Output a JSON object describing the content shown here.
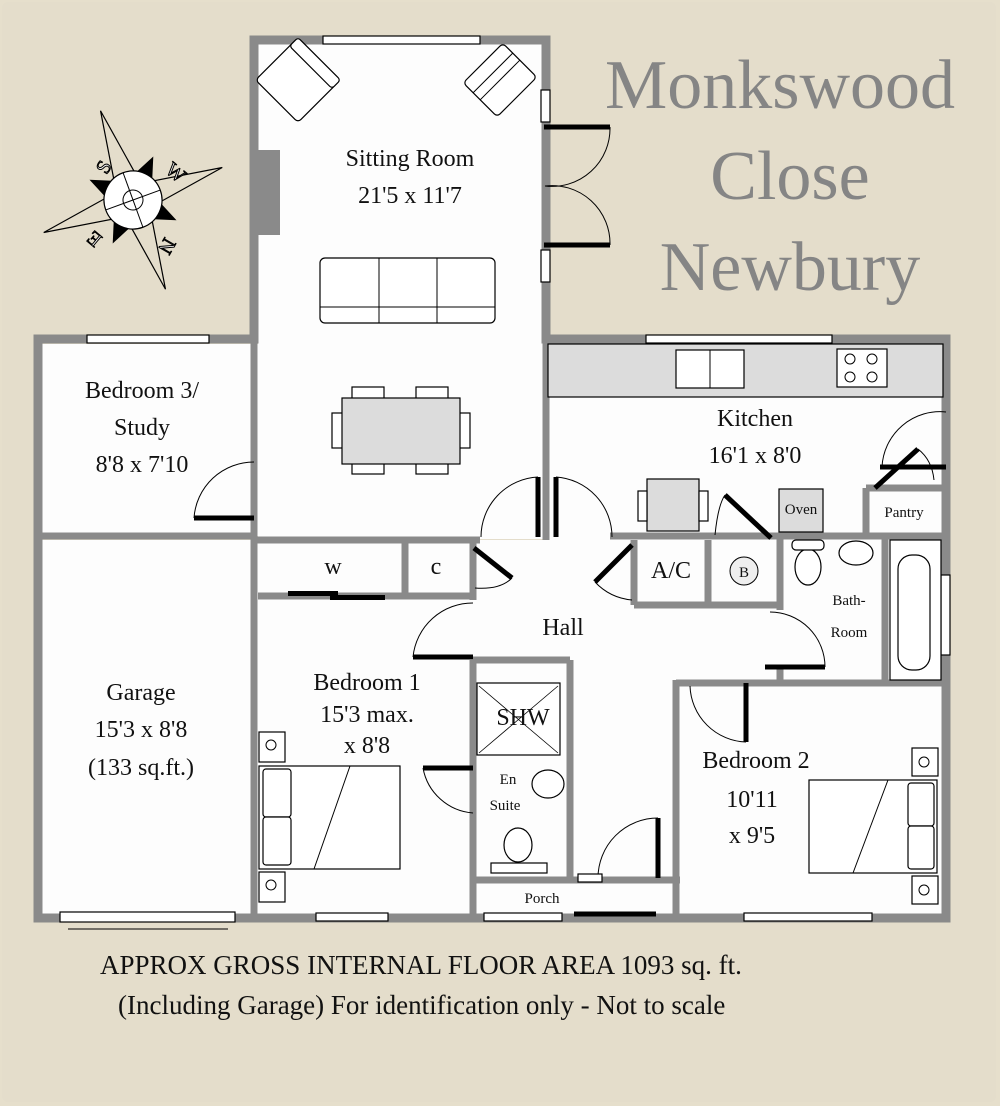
{
  "title": {
    "lines": [
      "Monkswood",
      "Close",
      "Newbury"
    ]
  },
  "compass": {
    "letters": [
      "S",
      "W",
      "N",
      "E"
    ],
    "icon": "compass-rose-icon"
  },
  "rooms": {
    "sitting_room": {
      "name": "Sitting Room",
      "dims": "21'5 x 11'7"
    },
    "bedroom3": {
      "name_line1": "Bedroom 3/",
      "name_line2": "Study",
      "dims": "8'8 x 7'10"
    },
    "kitchen": {
      "name": "Kitchen",
      "dims": "16'1 x 8'0"
    },
    "garage": {
      "name": "Garage",
      "dims": "15'3 x 8'8",
      "area": "(133 sq.ft.)"
    },
    "bedroom1": {
      "name": "Bedroom 1",
      "dims_line1": "15'3 max.",
      "dims_line2": "x 8'8"
    },
    "hall": {
      "name": "Hall"
    },
    "en_suite": {
      "line1": "En",
      "line2": "Suite"
    },
    "porch": {
      "name": "Porch"
    },
    "bedroom2": {
      "name": "Bedroom 2",
      "dims_line1": "10'11",
      "dims_line2": "x 9'5"
    },
    "bathroom": {
      "line1": "Bath-",
      "line2": "Room"
    },
    "pantry": {
      "name": "Pantry"
    },
    "oven": {
      "name": "Oven"
    },
    "airing_cupboard": {
      "name": "A/C"
    },
    "boiler": {
      "name": "B"
    },
    "wardrobe": {
      "name": "w"
    },
    "cupboard": {
      "name": "c"
    },
    "shower": {
      "name": "SHW"
    }
  },
  "footer": {
    "line1": "APPROX GROSS INTERNAL  FLOOR AREA 1093 sq. ft.",
    "line2": "(Including Garage) For identification only - Not to scale"
  }
}
